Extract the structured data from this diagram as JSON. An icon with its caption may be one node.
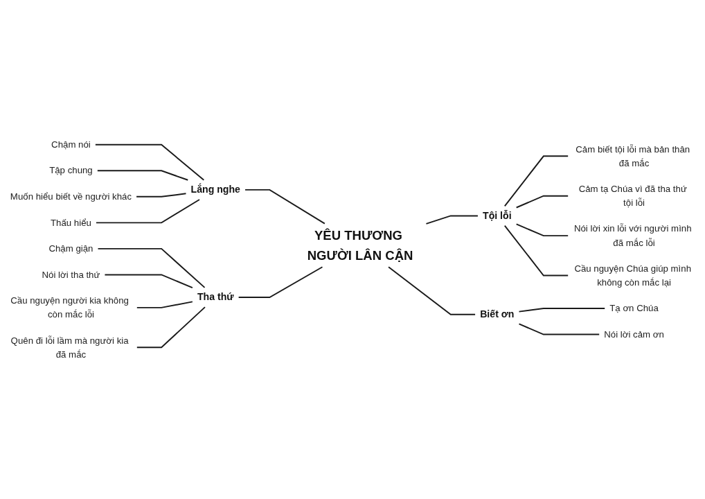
{
  "diagram": {
    "nodes": [
      {
        "text": [
          "YÊU THƯƠNG NGƯỜI LÂN CẬN"
        ]
      },
      {
        "text": [
          "Lắng nghe"
        ]
      },
      {
        "text": [
          "Chậm nói"
        ]
      },
      {
        "text": [
          "Tập chung"
        ]
      },
      {
        "text": [
          "Muốn hiểu biết về người khác"
        ]
      },
      {
        "text": [
          "Thấu hiểu"
        ]
      },
      {
        "text": [
          "Tha thứ"
        ]
      },
      {
        "text": [
          "Chậm giận"
        ]
      },
      {
        "text": [
          "Nói lời tha thứ"
        ]
      },
      {
        "text": [
          "Cầu nguyện người kia không còn mắc lỗi"
        ]
      },
      {
        "text": [
          "Quên đi lỗi lầm mà người kia đã mắc"
        ]
      },
      {
        "text": [
          "Tội lỗi"
        ]
      },
      {
        "text": [
          "Cảm biết tội lỗi mà bản thân đã mắc"
        ]
      },
      {
        "text": [
          "Cảm tạ Chúa vì đã tha thứ tội lỗi"
        ]
      },
      {
        "text": [
          "Nói lời xin lỗi với người mình đã mắc lỗi"
        ]
      },
      {
        "text": [
          "Cầu nguyện Chúa giúp mình không còn mắc lại"
        ]
      },
      {
        "text": [
          "Biết ơn"
        ]
      },
      {
        "text": [
          "Tạ ơn Chúa"
        ]
      },
      {
        "text": [
          "Nói lời cảm ơn"
        ]
      }
    ],
    "edges": [
      {
        "from": 2,
        "to": 1,
        "arrow": "none"
      },
      {
        "from": 3,
        "to": 1,
        "arrow": "none"
      },
      {
        "from": 4,
        "to": 1,
        "arrow": "none"
      },
      {
        "from": 5,
        "to": 1,
        "arrow": "none"
      },
      {
        "from": 1,
        "to": 0,
        "arrow": "none"
      },
      {
        "from": 7,
        "to": 6,
        "arrow": "none"
      },
      {
        "from": 8,
        "to": 6,
        "arrow": "none"
      },
      {
        "from": 9,
        "to": 6,
        "arrow": "none"
      },
      {
        "from": 10,
        "to": 6,
        "arrow": "none"
      },
      {
        "from": 6,
        "to": 0,
        "arrow": "none"
      },
      {
        "from": 0,
        "to": 11,
        "arrow": "none"
      },
      {
        "from": 11,
        "to": 12,
        "arrow": "none"
      },
      {
        "from": 11,
        "to": 13,
        "arrow": "none"
      },
      {
        "from": 11,
        "to": 14,
        "arrow": "none"
      },
      {
        "from": 11,
        "to": 15,
        "arrow": "none"
      },
      {
        "from": 0,
        "to": 16,
        "arrow": "none"
      },
      {
        "from": 16,
        "to": 17,
        "arrow": "none"
      },
      {
        "from": 16,
        "to": 18,
        "arrow": "none"
      }
    ]
  }
}
